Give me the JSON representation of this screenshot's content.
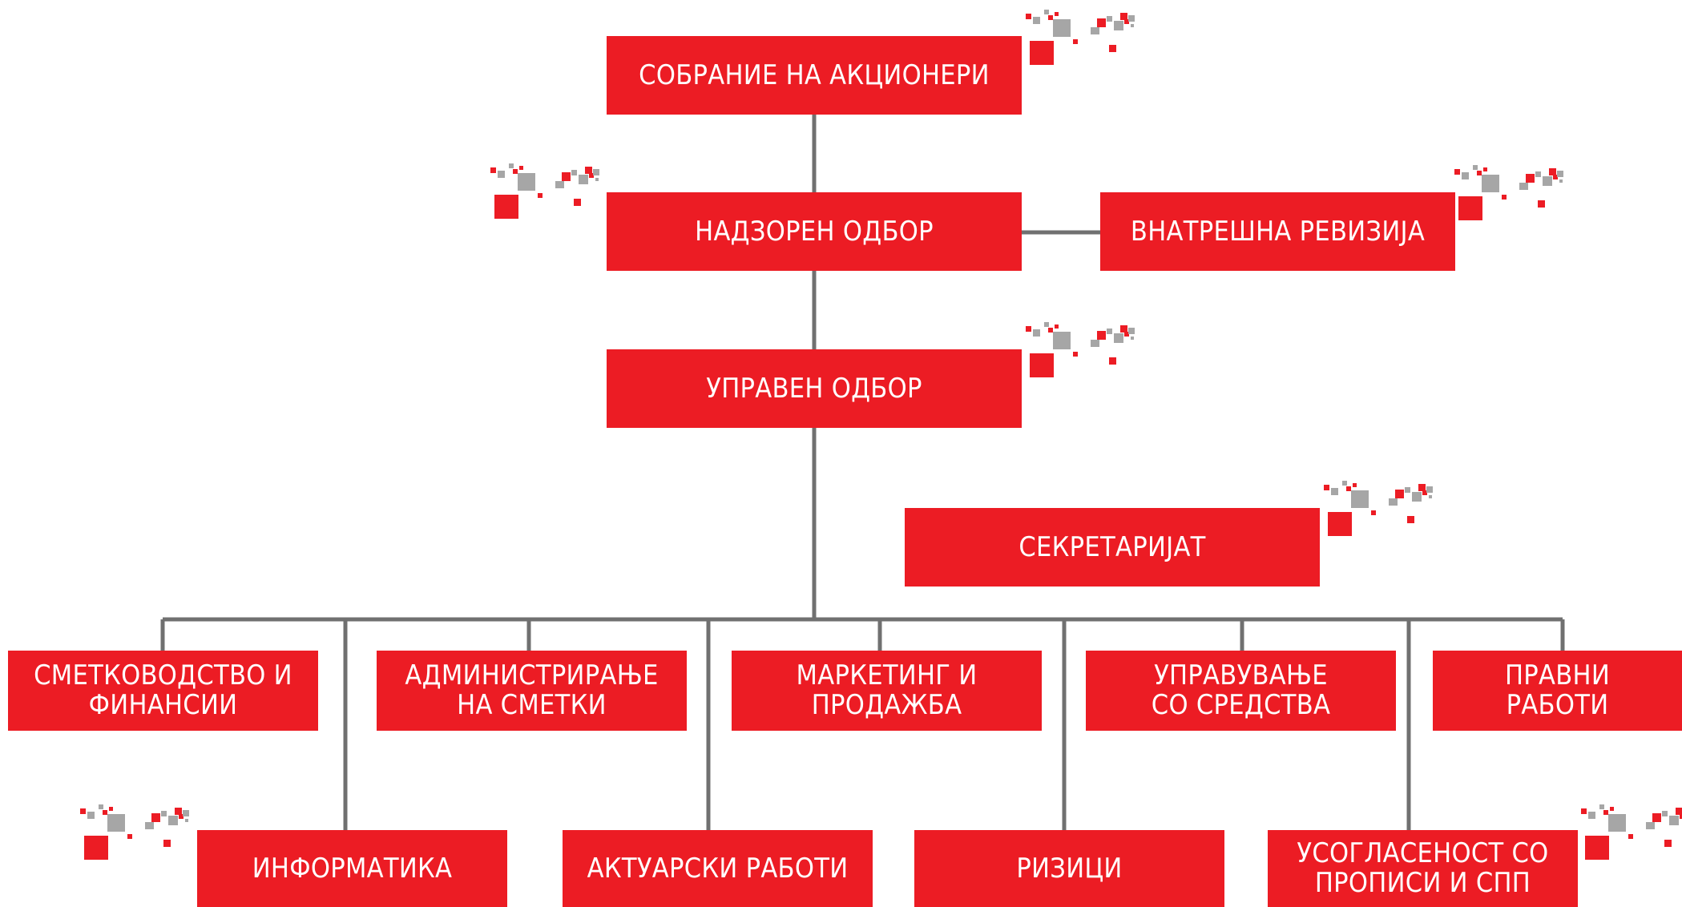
{
  "nodes": {
    "shareholders": "СОБРАНИЕ НА АКЦИОНЕРИ",
    "supervisory_board": "НАДЗОРЕН ОДБОР",
    "internal_audit": "ВНАТРЕШНА РЕВИЗИЈА",
    "management_board": "УПРАВЕН ОДБОР",
    "secretariat": "СЕКРЕТАРИЈАТ",
    "accounting": "СМЕТКОВОДСТВО И\nФИНАНСИИ",
    "account_admin": "АДМИНИСТРИРАЊЕ\nНА СМЕТКИ",
    "marketing": "МАРКЕТИНГ И\nПРОДАЖБА",
    "asset_management": "УПРАВУВАЊЕ\nСО СРЕДСТВА",
    "legal": "ПРАВНИ\nРАБОТИ",
    "it": "ИНФОРМАТИКА",
    "actuarial": "АКТУАРСКИ РАБОТИ",
    "risks": "РИЗИЦИ",
    "compliance": "УСОГЛАСЕНОСТ СО\nПРОПИСИ И СПП"
  },
  "colors": {
    "box": "#ec1c24",
    "text": "#ffffff",
    "connector": "#707070",
    "deco_gray": "#a6a6a6",
    "deco_red": "#ec1c24"
  },
  "decoration": "pixel-cluster-icon"
}
